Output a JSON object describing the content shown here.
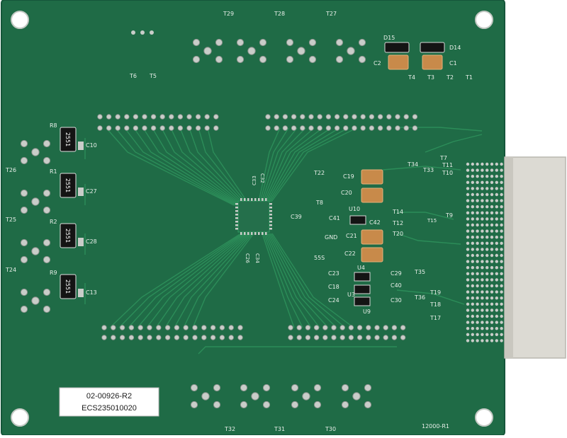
{
  "colors": {
    "pcb": "#1f6b46",
    "pcb_edge": "#15563a",
    "trace": "#2b8a57",
    "silkscreen": "#e8efe9",
    "pad": "#c9cdc9",
    "connector": "#dcdad3",
    "cap_body": "#c88a4a",
    "resistor_body": "#141414"
  },
  "labels": {
    "serial_1": "02-00926-R2",
    "serial_2": "ECS235010020",
    "board_id": "12000-R1",
    "gnd": "GND",
    "s55": "55S"
  },
  "testpoints_top": [
    {
      "text": "T29"
    },
    {
      "text": "T28"
    },
    {
      "text": "T27"
    },
    {
      "text": "T6"
    },
    {
      "text": "T5"
    },
    {
      "text": "D15"
    },
    {
      "text": "D14"
    },
    {
      "text": "C2"
    },
    {
      "text": "C1"
    },
    {
      "text": "T4"
    },
    {
      "text": "T3"
    },
    {
      "text": "T2"
    },
    {
      "text": "T1"
    }
  ],
  "left_parts": [
    {
      "ref": "R8",
      "value": "2551",
      "cap": "C10"
    },
    {
      "ref": "R1",
      "value": "2551",
      "cap": "C27"
    },
    {
      "ref": "R2",
      "value": "2551",
      "cap": "C28"
    },
    {
      "ref": "R9",
      "value": "2551",
      "cap": "C13"
    }
  ],
  "left_tp": [
    {
      "text": "T26"
    },
    {
      "text": "T25"
    },
    {
      "text": "T24"
    }
  ],
  "center": {
    "c33": "C33",
    "c32": "C32",
    "c39": "C39",
    "c26": "C26",
    "c34": "C34"
  },
  "right_mid": [
    {
      "text": "T22"
    },
    {
      "text": "T8"
    },
    {
      "text": "C19"
    },
    {
      "text": "C20"
    },
    {
      "text": "U10"
    },
    {
      "text": "C41"
    },
    {
      "text": "C42"
    },
    {
      "text": "C21"
    },
    {
      "text": "C22"
    },
    {
      "text": "T14"
    },
    {
      "text": "T12"
    },
    {
      "text": "T20"
    },
    {
      "text": "C23"
    },
    {
      "text": "U4"
    },
    {
      "text": "C29"
    },
    {
      "text": "C18"
    },
    {
      "text": "C40"
    },
    {
      "text": "C24"
    },
    {
      "text": "U3"
    },
    {
      "text": "C30"
    },
    {
      "text": "U9"
    },
    {
      "text": "T35"
    },
    {
      "text": "T36"
    }
  ],
  "right_edge": [
    {
      "text": "T7"
    },
    {
      "text": "T11"
    },
    {
      "text": "T34"
    },
    {
      "text": "T33"
    },
    {
      "text": "T10"
    },
    {
      "text": "T9"
    },
    {
      "text": "T15"
    },
    {
      "text": "T19"
    },
    {
      "text": "T18"
    },
    {
      "text": "T17"
    }
  ],
  "bottom_tp": [
    {
      "text": "T32"
    },
    {
      "text": "T31"
    },
    {
      "text": "T30"
    }
  ]
}
